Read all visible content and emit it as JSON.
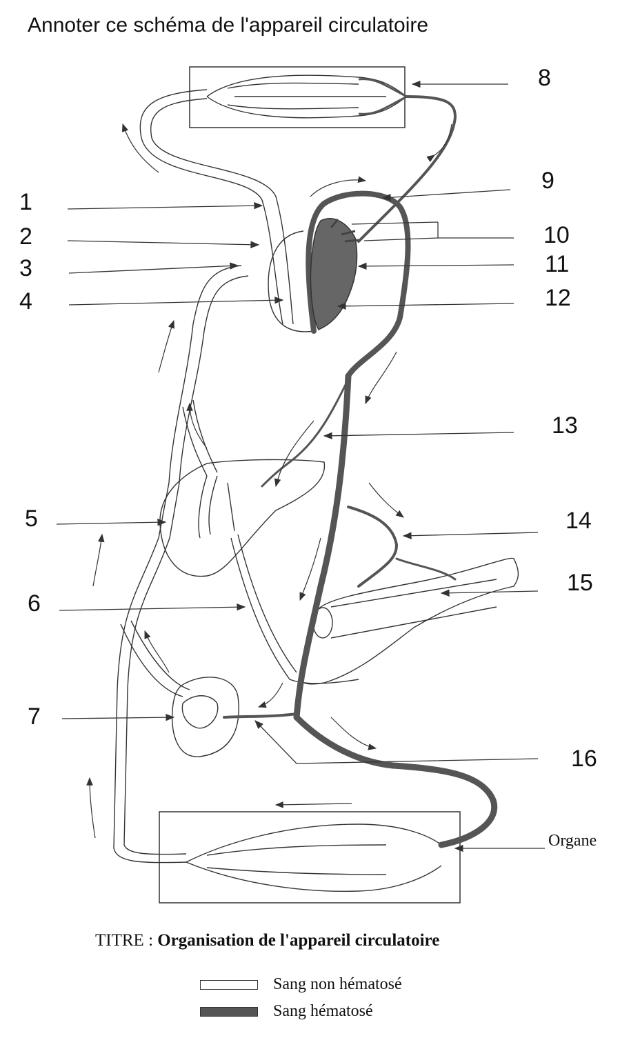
{
  "heading": "Annoter ce schéma de l'appareil circulatoire",
  "labels": {
    "n1": "1",
    "n2": "2",
    "n3": "3",
    "n4": "4",
    "n5": "5",
    "n6": "6",
    "n7": "7",
    "n8": "8",
    "n9": "9",
    "n10": "10",
    "n11": "11",
    "n12": "12",
    "n13": "13",
    "n14": "14",
    "n15": "15",
    "n16": "16"
  },
  "organ_label": "Organe",
  "title": {
    "prefix": "TITRE : ",
    "text": "Organisation de l'appareil circulatoire"
  },
  "legend": [
    {
      "label": "Sang non hématosé",
      "style": "light"
    },
    {
      "label": "Sang hématosé",
      "style": "dark"
    }
  ],
  "colors": {
    "oxygenated": "#5a5a5a",
    "deoxygenated": "#ffffff",
    "line": "#333333"
  }
}
